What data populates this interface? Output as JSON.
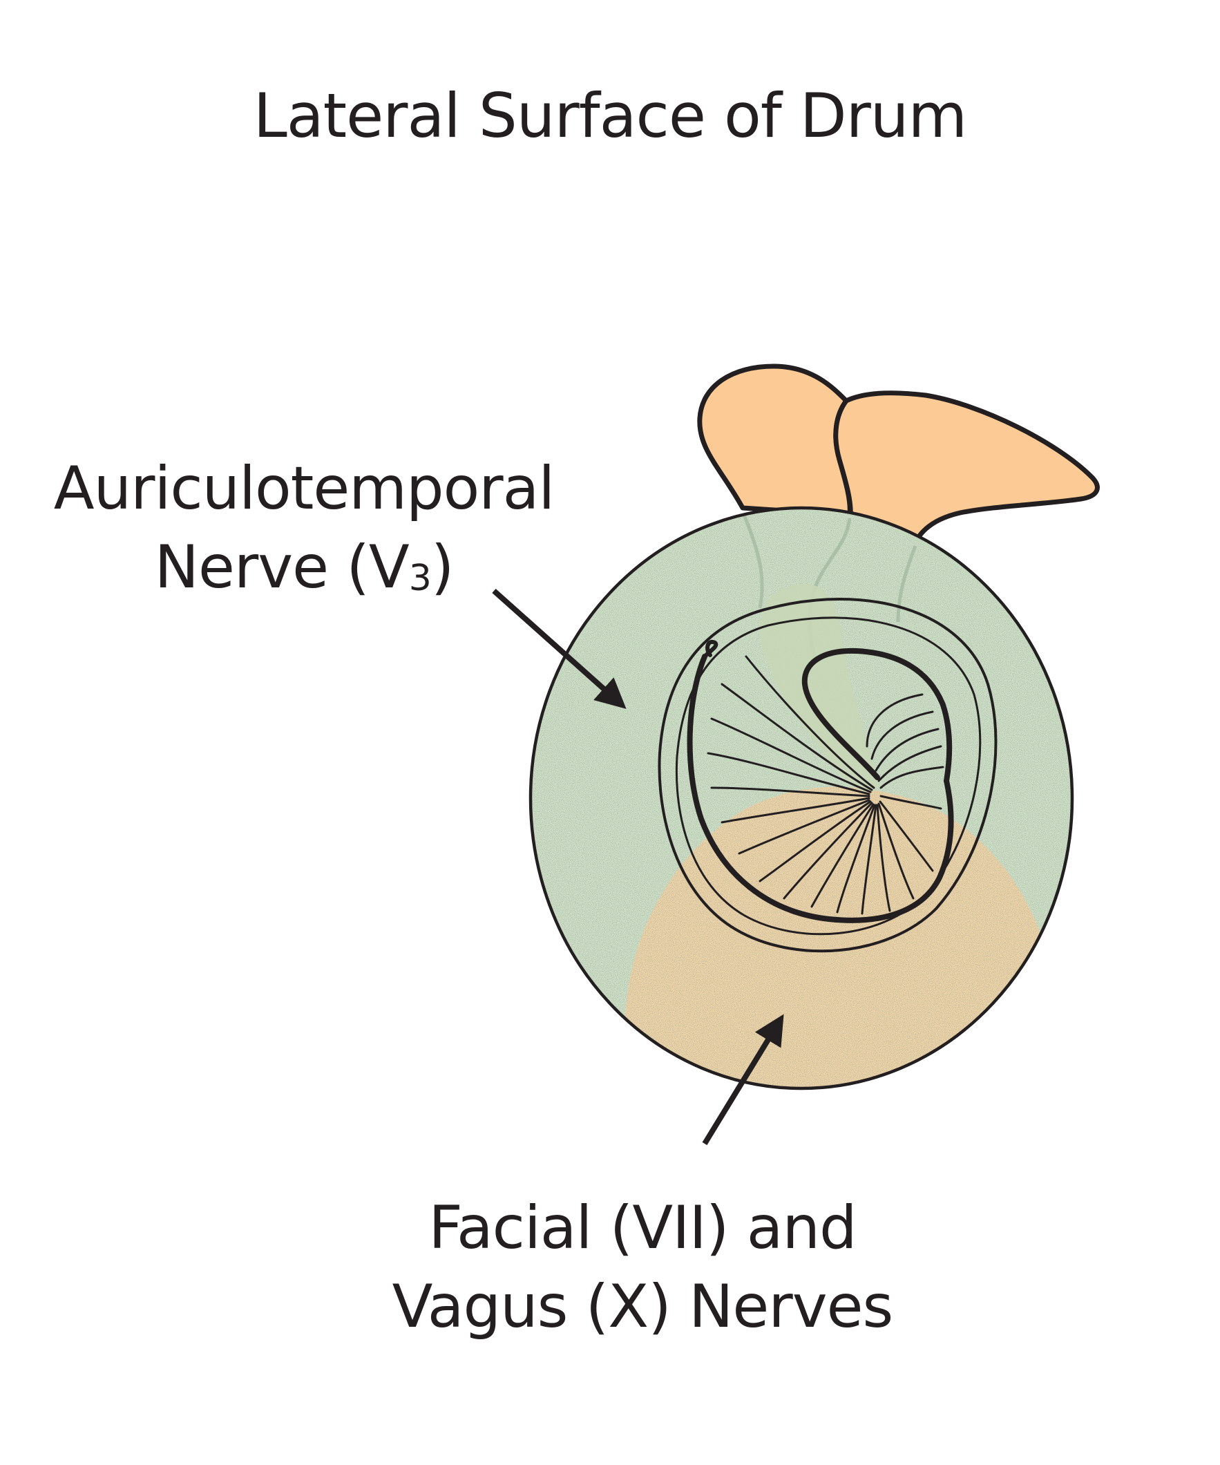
{
  "title": "Lateral Surface of Drum",
  "labels": {
    "auriculotemporal": {
      "line1": "Auriculotemporal",
      "line2_main": "Nerve (V",
      "line2_sub": "3",
      "line2_end": ")"
    },
    "facial_vagus": {
      "line1": "Facial (VII) and",
      "line2": "Vagus (X) Nerves"
    }
  },
  "colors": {
    "text": "#231f20",
    "outline": "#231f20",
    "green_region": "#d2e6cb",
    "orange_region": "#f6d9a8",
    "ossicle_fill": "#fccb95"
  }
}
